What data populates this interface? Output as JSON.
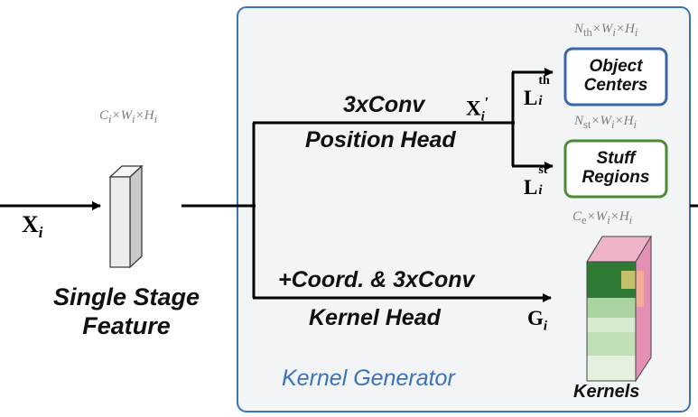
{
  "input": {
    "symbol": "X",
    "subscript": "i"
  },
  "feature": {
    "dims": {
      "c": "C",
      "ci": "i",
      "w": "W",
      "wi": "i",
      "h": "H",
      "hi": "i"
    },
    "label_line1": "Single Stage",
    "label_line2": "Feature"
  },
  "generator": {
    "title": "Kernel Generator",
    "colors": {
      "border": "#3b73b5",
      "fill": "#f3f4f6",
      "title": "#3b73b5"
    }
  },
  "position_head": {
    "conv_label": "3xConv",
    "name": "Position Head",
    "output": {
      "symbol": "X",
      "subscript": "i",
      "prime": "′"
    }
  },
  "kernel_head": {
    "conv_label": "+Coord. & 3xConv",
    "name": "Kernel Head",
    "output": {
      "symbol": "G",
      "subscript": "i"
    }
  },
  "things": {
    "loss": {
      "symbol": "L",
      "superscript": "th",
      "subscript": "i"
    },
    "dims": {
      "n": "N",
      "nsub": "th",
      "w": "W",
      "wi": "i",
      "h": "H",
      "hi": "i"
    },
    "box_line1": "Object",
    "box_line2": "Centers",
    "color": "#3b66a8"
  },
  "stuff": {
    "loss": {
      "symbol": "L",
      "superscript": "st",
      "subscript": "i"
    },
    "dims": {
      "n": "N",
      "nsub": "st",
      "w": "W",
      "wi": "i",
      "h": "H",
      "hi": "i"
    },
    "box_line1": "Stuff",
    "box_line2": "Regions",
    "color": "#4e8a35"
  },
  "kernels": {
    "dims": {
      "c": "C",
      "csub": "e",
      "w": "W",
      "wi": "i",
      "h": "H",
      "hi": "i"
    },
    "label": "Kernels"
  }
}
